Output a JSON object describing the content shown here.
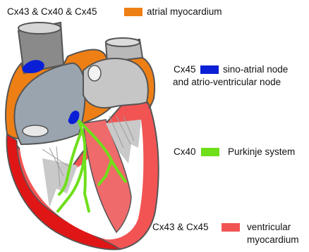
{
  "colors": {
    "atrial": "#ee7f14",
    "nodes": "#0a1fd6",
    "purkinje": "#6fdf1a",
    "ventricular": "#f25454",
    "ventricular_dark": "#e01616",
    "interior": "#9aa4ae",
    "gray_dark": "#8a8a8a",
    "gray_light": "#c9c9c9",
    "outline": "#555555"
  },
  "legend": {
    "atrial_prefix": "Cx43 & Cx40  & Cx45",
    "atrial_label": "atrial myocardium",
    "nodes_prefix": "Cx45",
    "nodes_label_1": "sino-atrial node",
    "nodes_label_2": "and atrio-ventricular node",
    "purkinje_prefix": "Cx40",
    "purkinje_label": "Purkinje system",
    "ventricular_prefix": "Cx43 & Cx45",
    "ventricular_label_1": "ventricular",
    "ventricular_label_2": "myocardium"
  },
  "icons": {
    "atrial": "atrial-myocardium-swatch",
    "nodes": "nodes-swatch",
    "purkinje": "purkinje-swatch",
    "ventricular": "ventricular-myocardium-swatch"
  }
}
